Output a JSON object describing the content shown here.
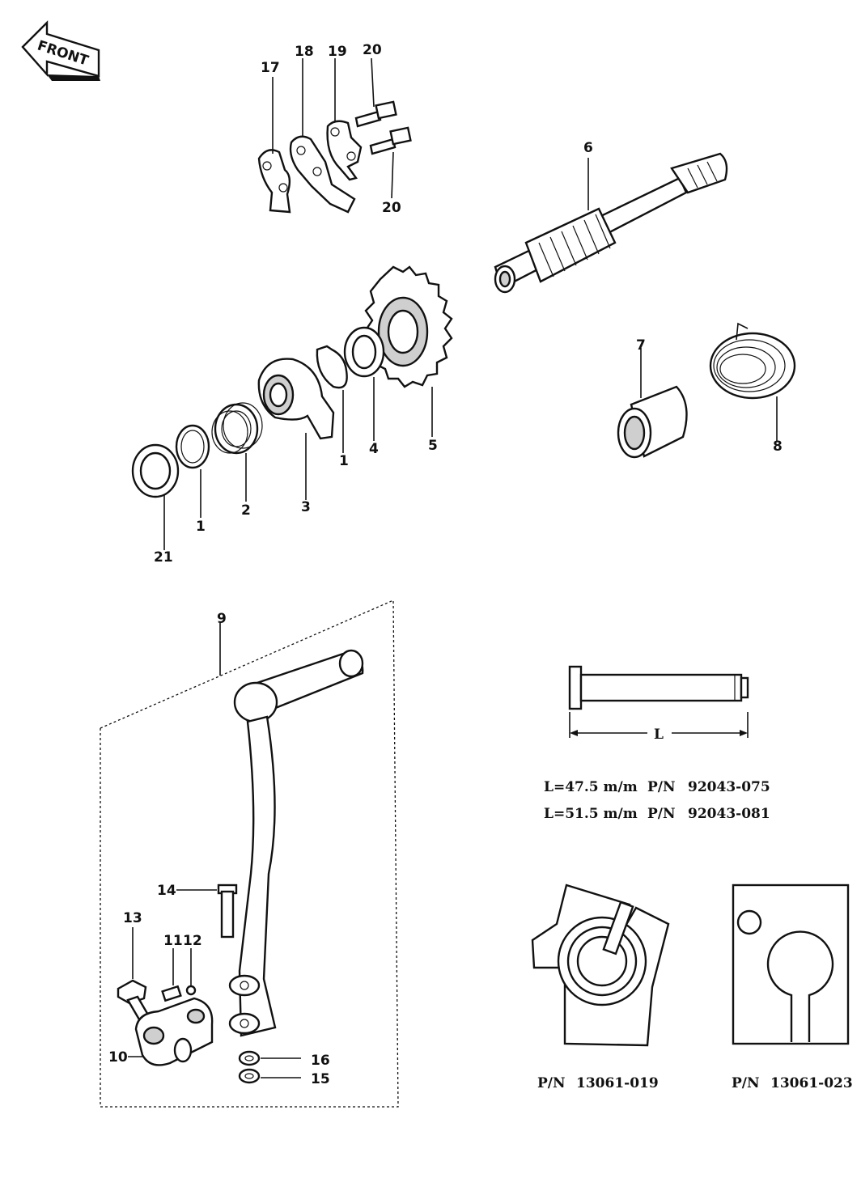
{
  "front_arrow": {
    "text": "FRONT"
  },
  "callouts": {
    "c1a": "1",
    "c1b": "1",
    "c2": "2",
    "c3": "3",
    "c4": "4",
    "c5": "5",
    "c6": "6",
    "c7": "7",
    "c8": "8",
    "c9": "9",
    "c10": "10",
    "c11": "11",
    "c12": "12",
    "c13": "13",
    "c14": "14",
    "c15": "15",
    "c16": "16",
    "c17": "17",
    "c18": "18",
    "c19": "19",
    "c20a": "20",
    "c20b": "20",
    "c21": "21"
  },
  "pin_detail": {
    "dimension": "L",
    "variants": [
      {
        "length": "L=47.5 m/m",
        "pn_label": "P/N",
        "pn": "92043-075"
      },
      {
        "length": "L=51.5 m/m",
        "pn_label": "P/N",
        "pn": "92043-081"
      }
    ]
  },
  "plate_details": [
    {
      "pn_label": "P/N",
      "pn": "13061-019"
    },
    {
      "pn_label": "P/N",
      "pn": "13061-023"
    }
  ]
}
